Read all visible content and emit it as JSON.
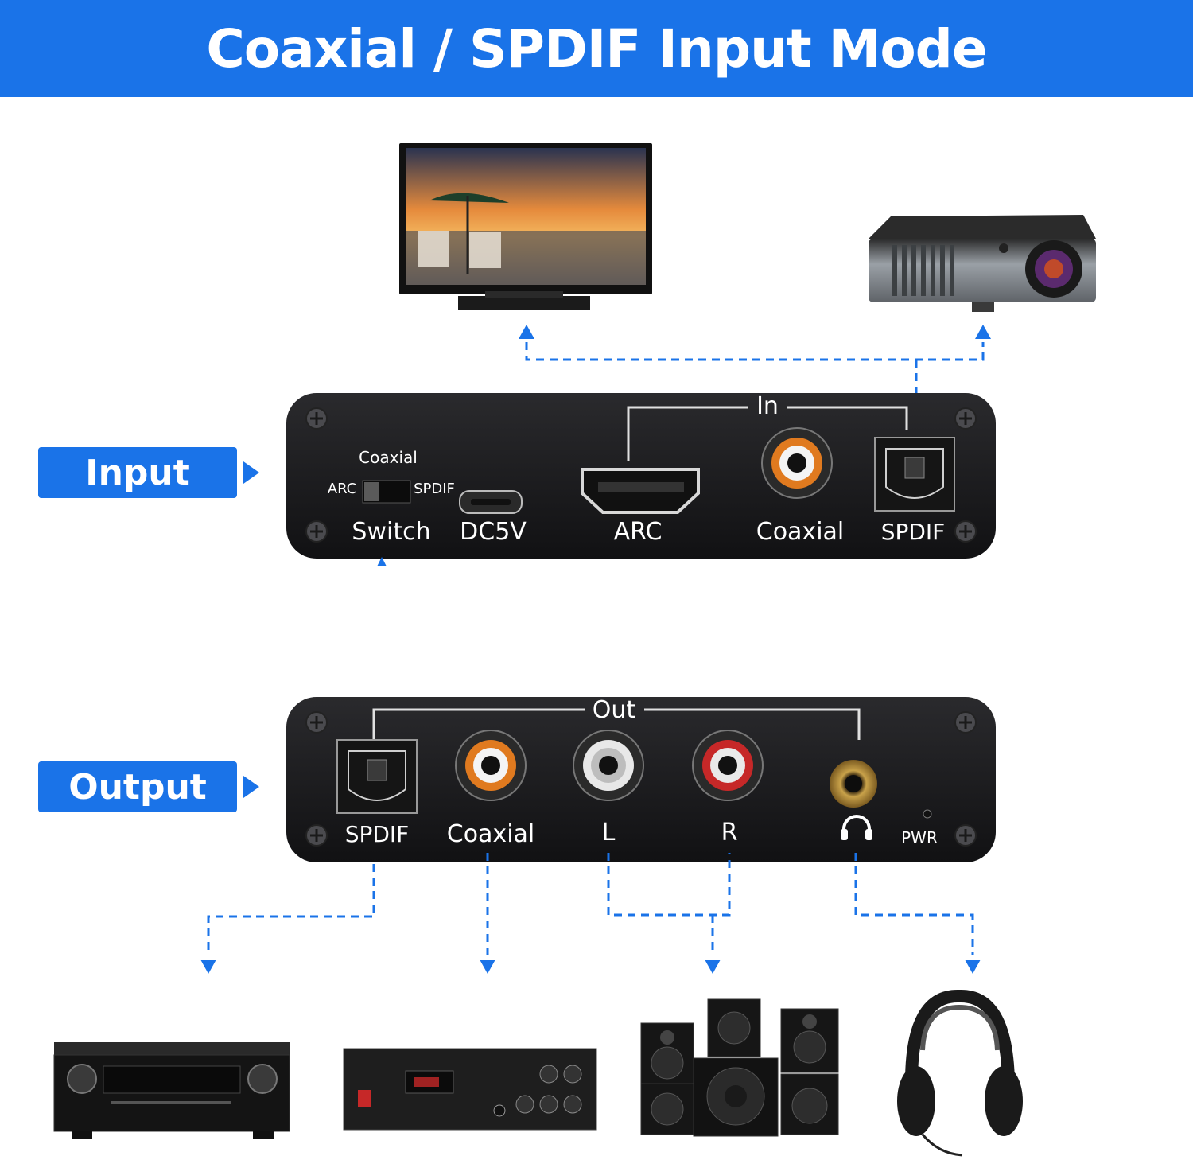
{
  "title": "Coaxial / SPDIF Input Mode",
  "input_label": "Input",
  "output_label": "Output",
  "input_panel": {
    "section_label": "In",
    "switch_top": "Coaxial",
    "switch_left": "ARC",
    "switch_right": "SPDIF",
    "switch_label": "Switch",
    "power_label": "DC5V",
    "hdmi_label": "ARC",
    "coaxial_label": "Coaxial",
    "spdif_label": "SPDIF"
  },
  "output_panel": {
    "section_label": "Out",
    "spdif_label": "SPDIF",
    "coaxial_label": "Coaxial",
    "left_label": "L",
    "right_label": "R",
    "pwr_label": "PWR"
  },
  "colors": {
    "accent": "#1a73e8",
    "panel": "#1c1c1e",
    "coaxial_jack": "#e07a1f",
    "right_jack": "#c62828",
    "left_jack": "#e8e8e8"
  },
  "devices": [
    "tv",
    "projector",
    "av-receiver",
    "mixing-amplifier",
    "speaker-system",
    "headphones"
  ]
}
